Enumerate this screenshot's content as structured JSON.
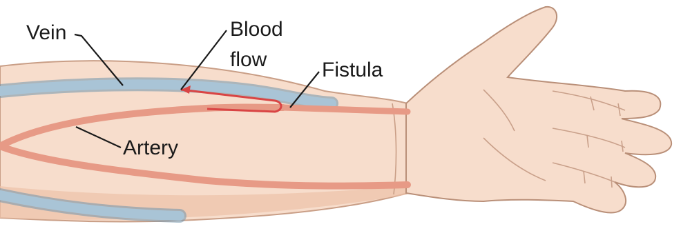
{
  "labels": {
    "vein": "Vein",
    "blood_flow_line1": "Blood",
    "blood_flow_line2": "flow",
    "fistula": "Fistula",
    "artery": "Artery"
  },
  "colors": {
    "skin": "#f7ddcc",
    "skin_shadow": "#ecc2a8",
    "skin_outline": "#c99e86",
    "vein": "#a9c4d6",
    "vein_outline": "#6f93ab",
    "artery": "#e79a86",
    "artery_highlight": "#d94444",
    "leader_line": "#1a1a1a"
  }
}
